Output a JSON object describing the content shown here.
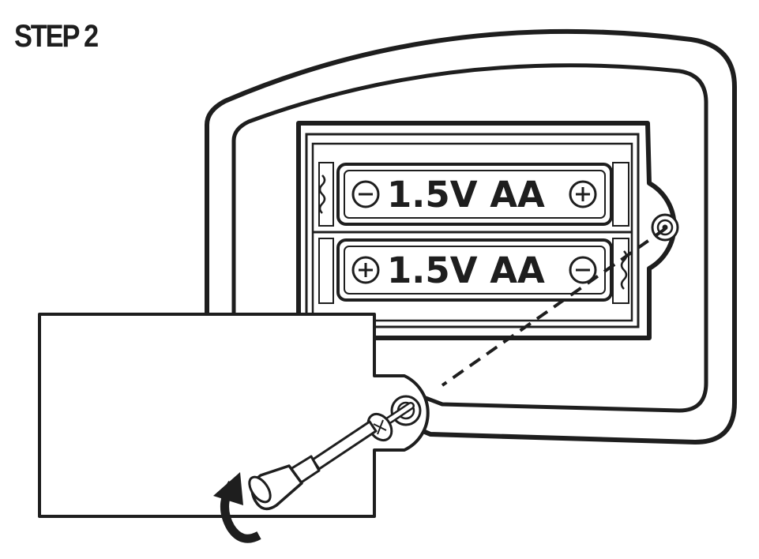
{
  "step": {
    "title": "STEP 2"
  },
  "batteries": [
    {
      "label": "1.5V AA",
      "left_terminal": "negative",
      "right_terminal": "positive"
    },
    {
      "label": "1.5V AA",
      "left_terminal": "positive",
      "right_terminal": "negative"
    }
  ],
  "icons": {
    "negative": "minus-circle-icon",
    "positive": "plus-circle-icon",
    "rotate": "curved-arrow-icon"
  },
  "colors": {
    "ink": "#1e1e1e",
    "background": "#ffffff"
  }
}
